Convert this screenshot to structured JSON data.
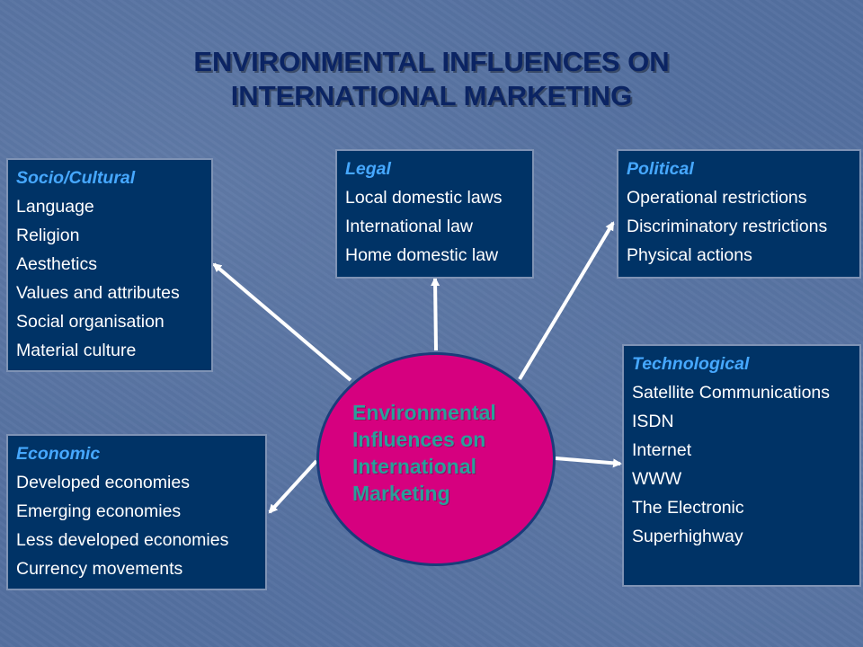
{
  "title": {
    "line1": "ENVIRONMENTAL INFLUENCES ON",
    "line2": "INTERNATIONAL MARKETING"
  },
  "hub": {
    "lines": [
      "Environmental",
      "Influences on",
      "International",
      "Marketing"
    ]
  },
  "boxes": {
    "socio_cultural": {
      "heading": "Socio/Cultural",
      "items": [
        "Language",
        "Religion",
        "Aesthetics",
        "Values and attributes",
        "Social organisation",
        "Material culture"
      ]
    },
    "legal": {
      "heading": "Legal",
      "items": [
        "Local domestic laws",
        "International law",
        "Home domestic law"
      ]
    },
    "political": {
      "heading": "Political",
      "items": [
        "Operational restrictions",
        "Discriminatory restrictions",
        "Physical actions"
      ]
    },
    "technological": {
      "heading": "Technological",
      "items": [
        "Satellite Communications",
        "ISDN",
        "Internet",
        "WWW",
        "The Electronic",
        "Superhighway"
      ]
    },
    "economic": {
      "heading": "Economic",
      "items": [
        "Developed economies",
        "Emerging economies",
        "Less developed economies",
        "Currency movements"
      ]
    }
  },
  "colors": {
    "background": "#5470a0",
    "title": "#0b2463",
    "box_fill": "#003366",
    "box_heading": "#46a8ff",
    "hub_fill": "#d6007f",
    "hub_text": "#2a9f9a",
    "arrow": "#ffffff"
  }
}
